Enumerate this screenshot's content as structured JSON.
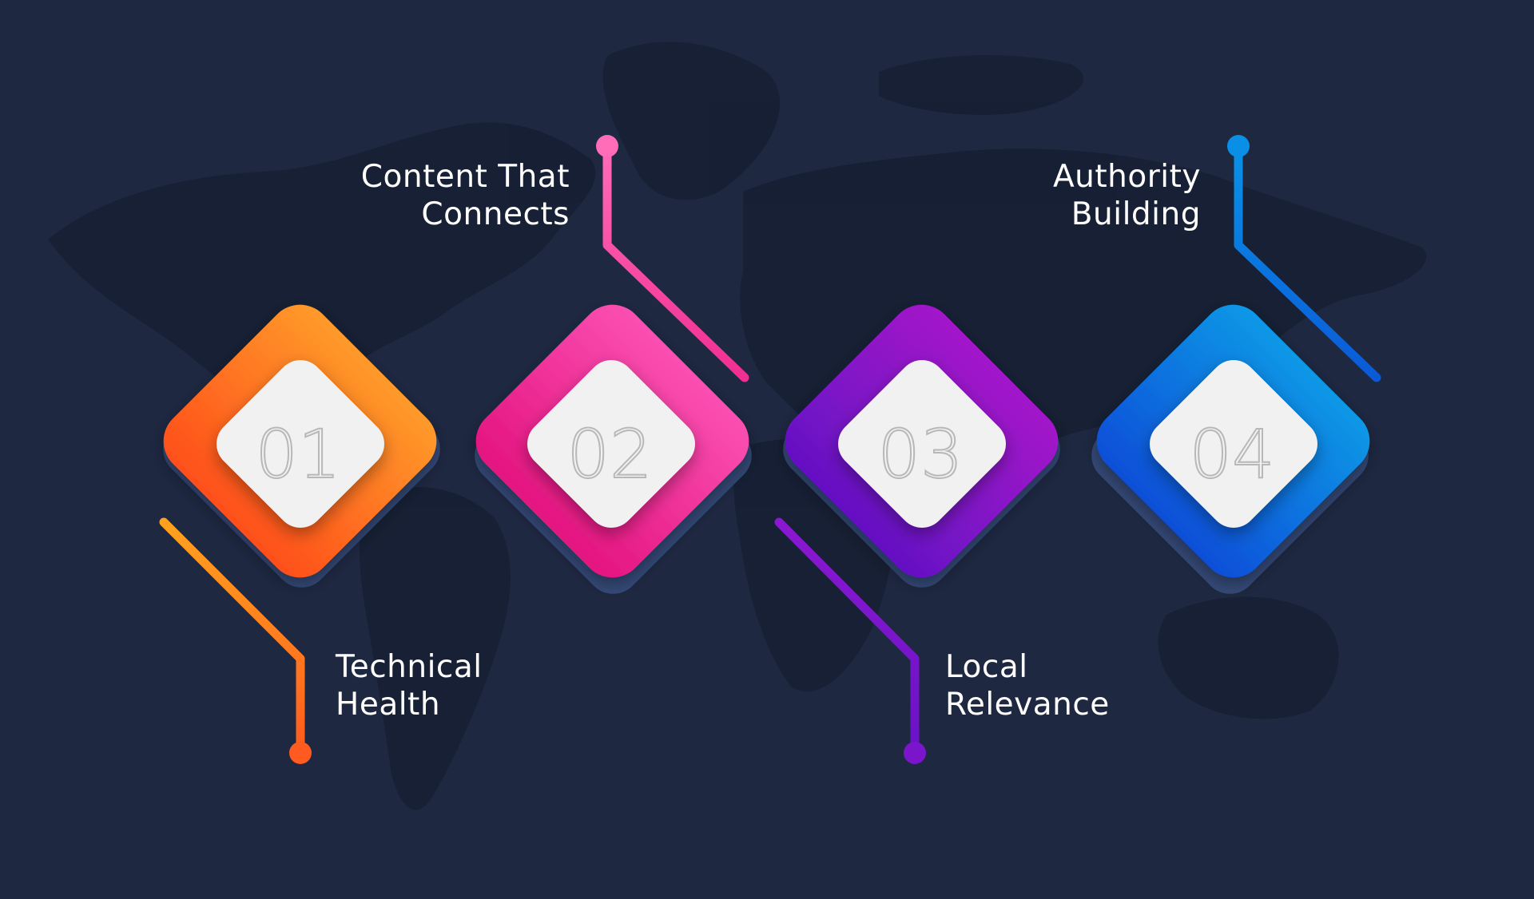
{
  "steps": [
    {
      "number": "01",
      "label": "Technical\nHealth",
      "color": "#ff6a1f"
    },
    {
      "number": "02",
      "label": "Content That\nConnects",
      "color": "#f0339a"
    },
    {
      "number": "03",
      "label": "Local\nRelevance",
      "color": "#8a18d0"
    },
    {
      "number": "04",
      "label": "Authority\nBuilding",
      "color": "#0a78e6"
    }
  ]
}
